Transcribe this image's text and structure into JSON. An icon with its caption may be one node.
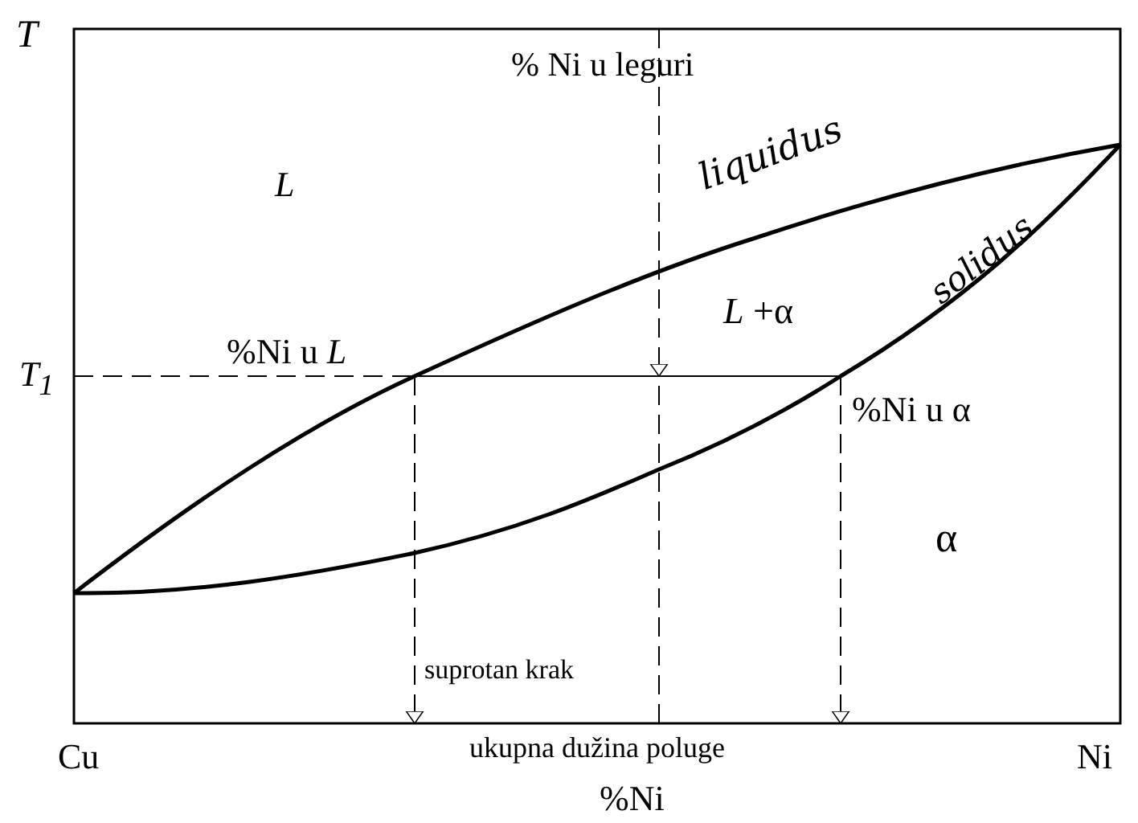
{
  "diagram": {
    "labels": [
      "T",
      "% Ni u leguri",
      "L",
      "liquidus",
      "*L* +α",
      "solidus",
      "T$_{1}$",
      "%Ni u *L*",
      "%Ni u α",
      "α",
      "suprotan krak",
      "Cu",
      "ukupna dužina poluge",
      "Ni",
      "%Ni"
    ]
  }
}
